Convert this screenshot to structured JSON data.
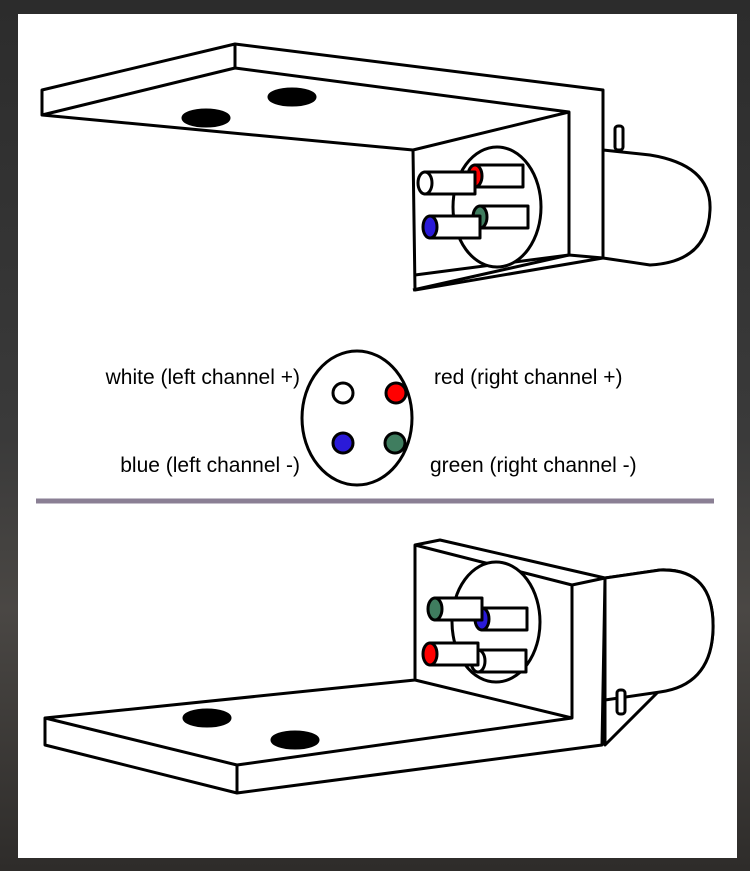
{
  "legend": {
    "white": "white (left channel +)",
    "red": "red (right channel +)",
    "blue": "blue (left channel -)",
    "green": "green (right channel -)"
  },
  "colors": {
    "white": "#ffffff",
    "red": "#ff0000",
    "blue": "#2a1ad8",
    "green": "#3f7d5f",
    "divider": "#8a7f94"
  }
}
